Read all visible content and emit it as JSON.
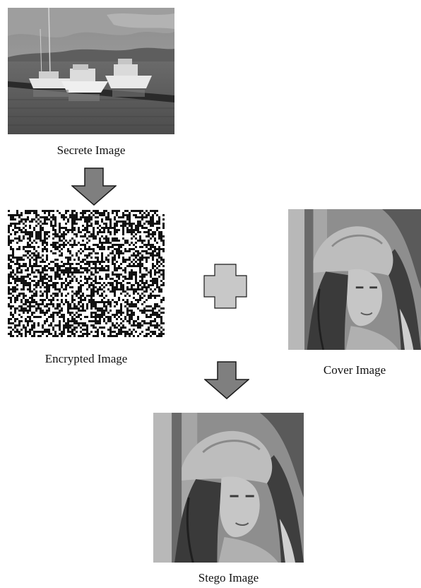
{
  "figure": {
    "captions": {
      "secret": "Secrete Image",
      "encrypted": "Encrypted Image",
      "cover": "Cover Image",
      "stego": "Stego Image"
    },
    "colors": {
      "arrow_fill": "#7f7f7f",
      "arrow_stroke": "#1a1a1a",
      "plus_fill": "#c8c8c8",
      "plus_stroke": "#1a1a1a",
      "noise_dark": "#111111",
      "noise_light": "#ffffff"
    },
    "images": {
      "secret": "photo-boats-harbor",
      "encrypted": "random-noise-pattern",
      "cover": "photo-portrait-with-hat",
      "stego": "photo-portrait-with-hat"
    }
  }
}
